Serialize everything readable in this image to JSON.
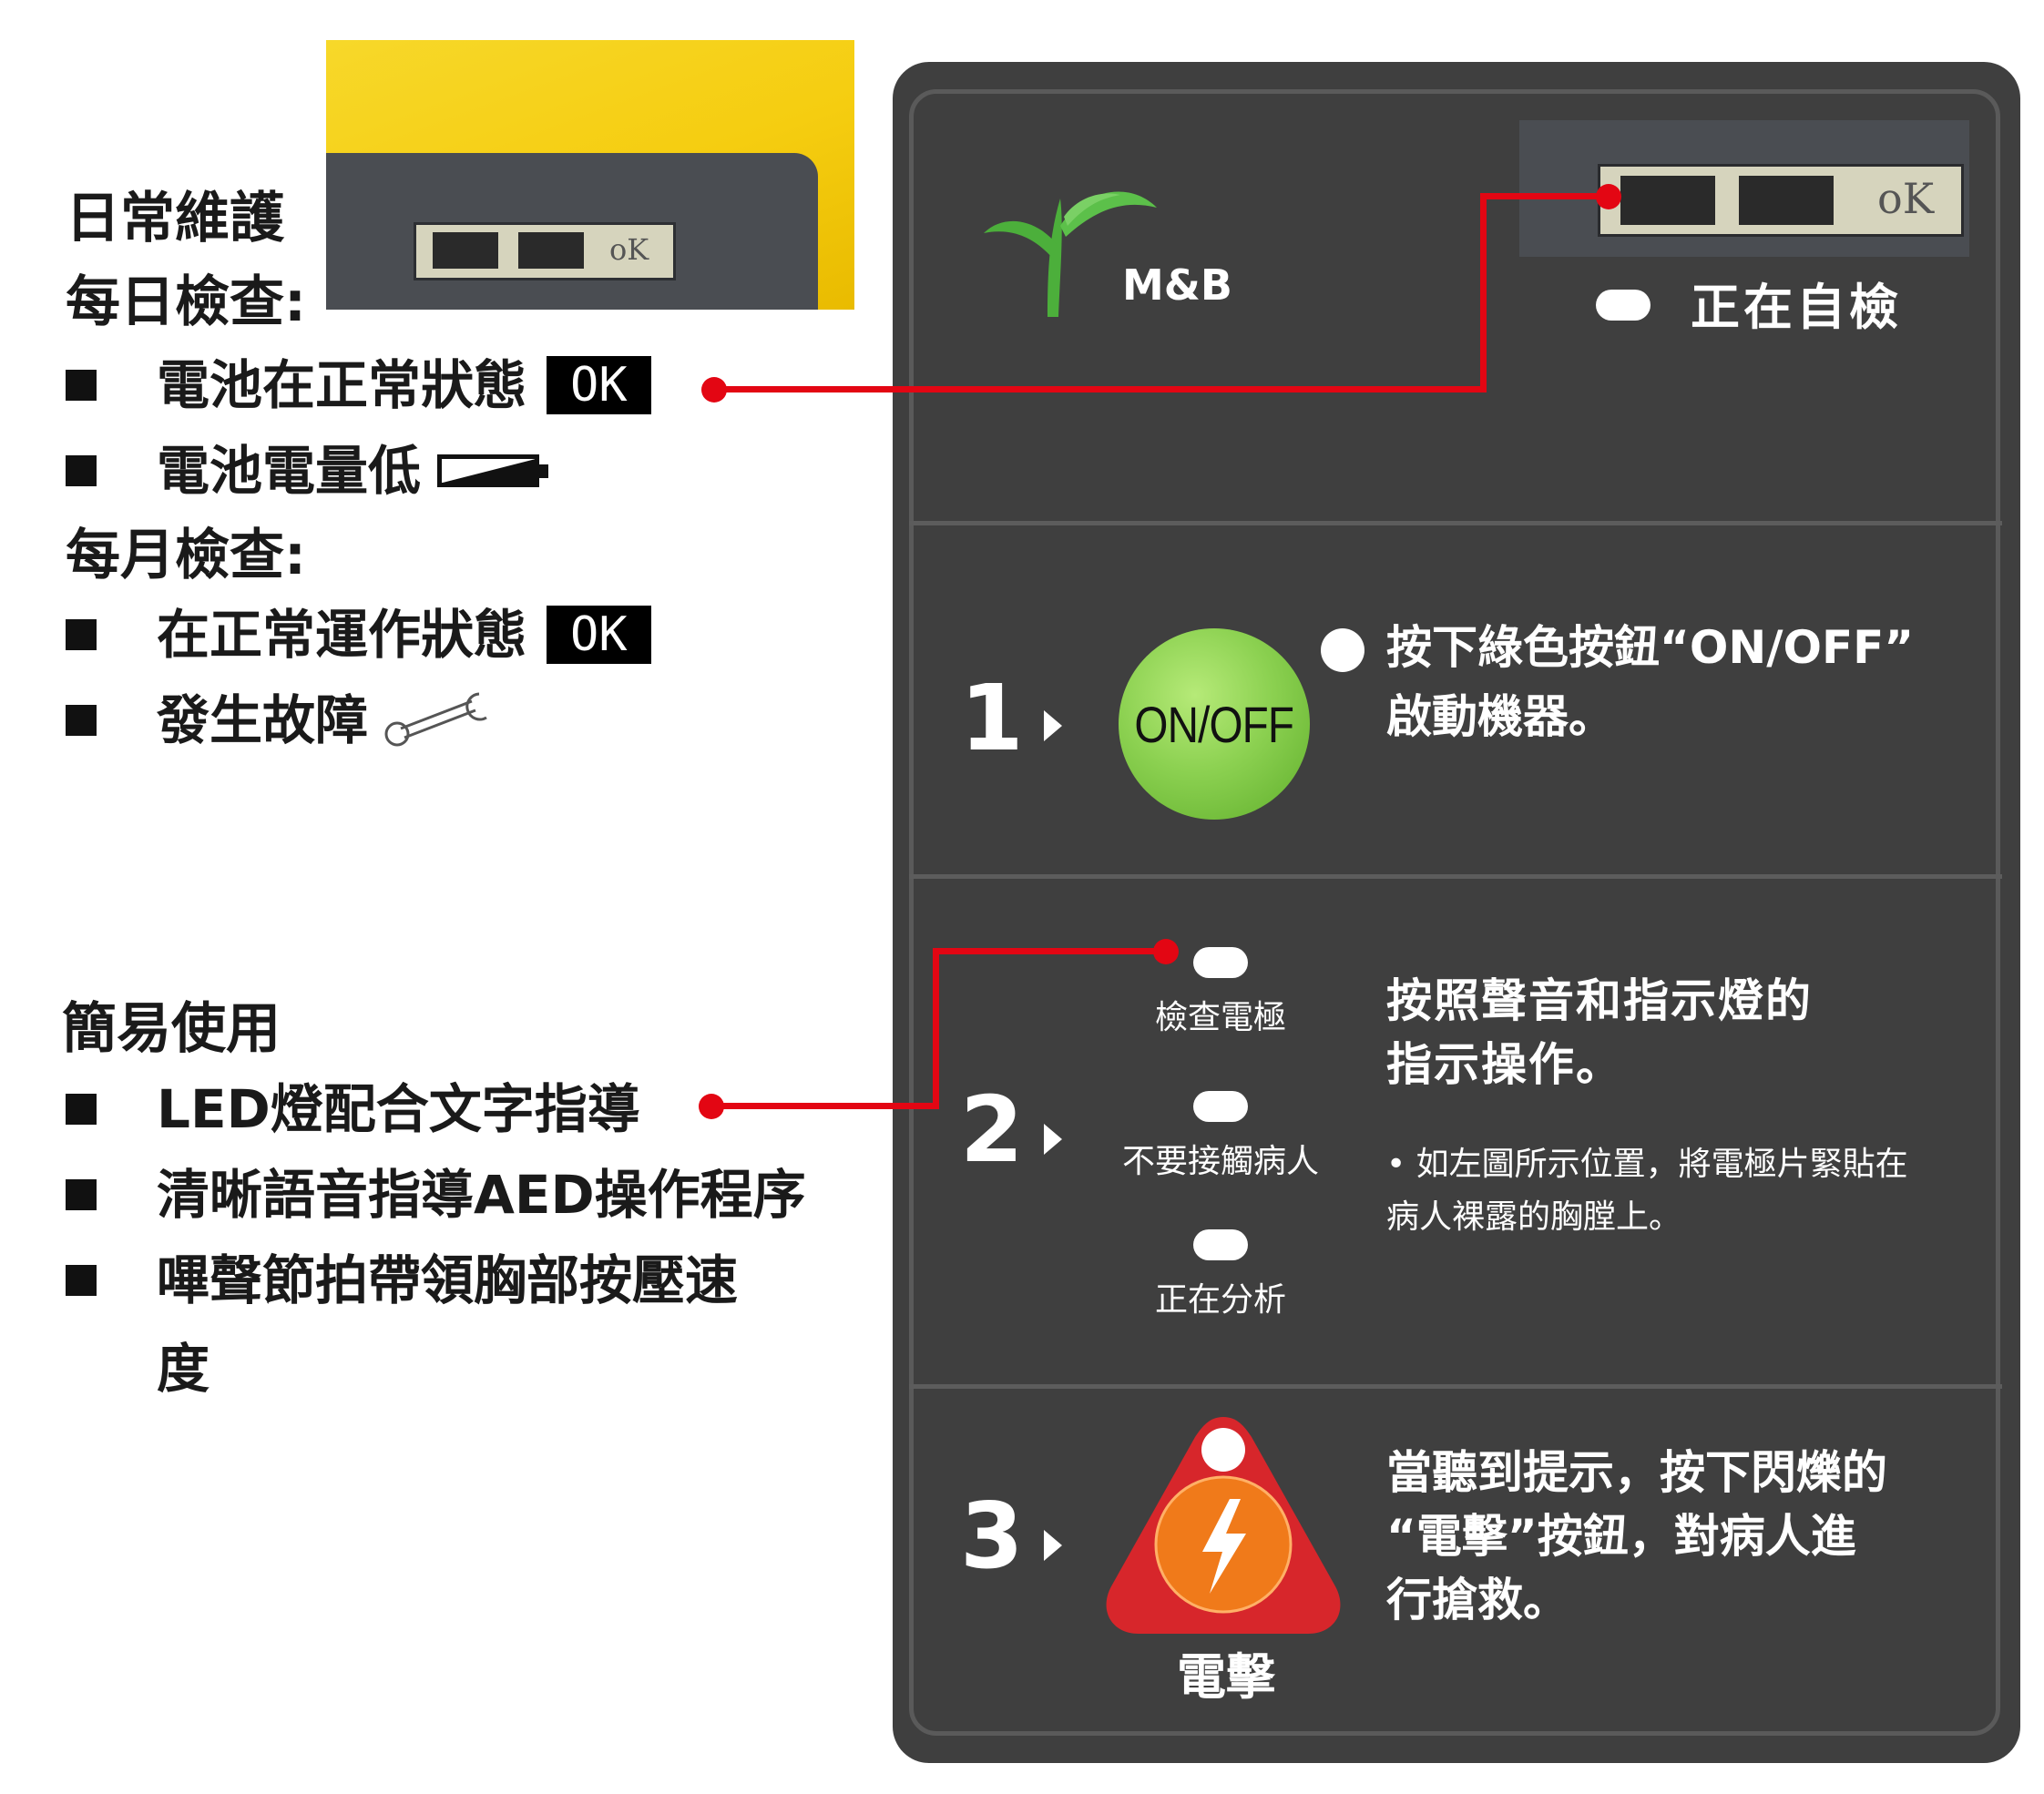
{
  "left": {
    "maintenance_title": "日常維護",
    "daily_title": "每日檢查:",
    "daily_items": [
      {
        "text": "電池在正常狀態",
        "badge": "OK"
      },
      {
        "text": "電池電量低"
      }
    ],
    "monthly_title": "每月檢查:",
    "monthly_items": [
      {
        "text": "在正常運作狀態",
        "badge": "OK"
      },
      {
        "text": "發生故障"
      }
    ],
    "easy_title": "簡易使用",
    "easy_items": [
      "LED燈配合文字指導",
      "清晰語音指導AED操作程序",
      "嗶聲節拍帶領胸部按壓速",
      "度"
    ]
  },
  "photo": {
    "lcd_ok": "oK"
  },
  "panel": {
    "brand": "M&B",
    "lcd_ok": "oK",
    "self_test": "正在自檢",
    "step1": {
      "number": "1",
      "button_label": "ON/OFF",
      "instruction_line1": "按下綠色按鈕“ON/OFF”",
      "instruction_line2": "啟動機器。"
    },
    "step2": {
      "number": "2",
      "led_labels": [
        "檢查電極",
        "不要接觸病人",
        "正在分析"
      ],
      "instruction_line1": "按照聲音和指示燈的",
      "instruction_line2": "指示操作。",
      "note_line1": "• 如左圖所示位置，將電極片緊貼在",
      "note_line2": "病人裸露的胸膛上。"
    },
    "step3": {
      "number": "3",
      "shock_label": "電擊",
      "instruction_line1": "當聽到提示，按下閃爍的",
      "instruction_line2": "“電擊”按鈕，對病人進",
      "instruction_line3": "行搶救。"
    }
  },
  "colors": {
    "panel_bg": "#3f3f3f",
    "connector_red": "#e30613",
    "onoff_green": "#8cd151",
    "shock_red": "#d7262b",
    "shock_orange": "#f07a1a",
    "device_yellow": "#f5cd10"
  }
}
